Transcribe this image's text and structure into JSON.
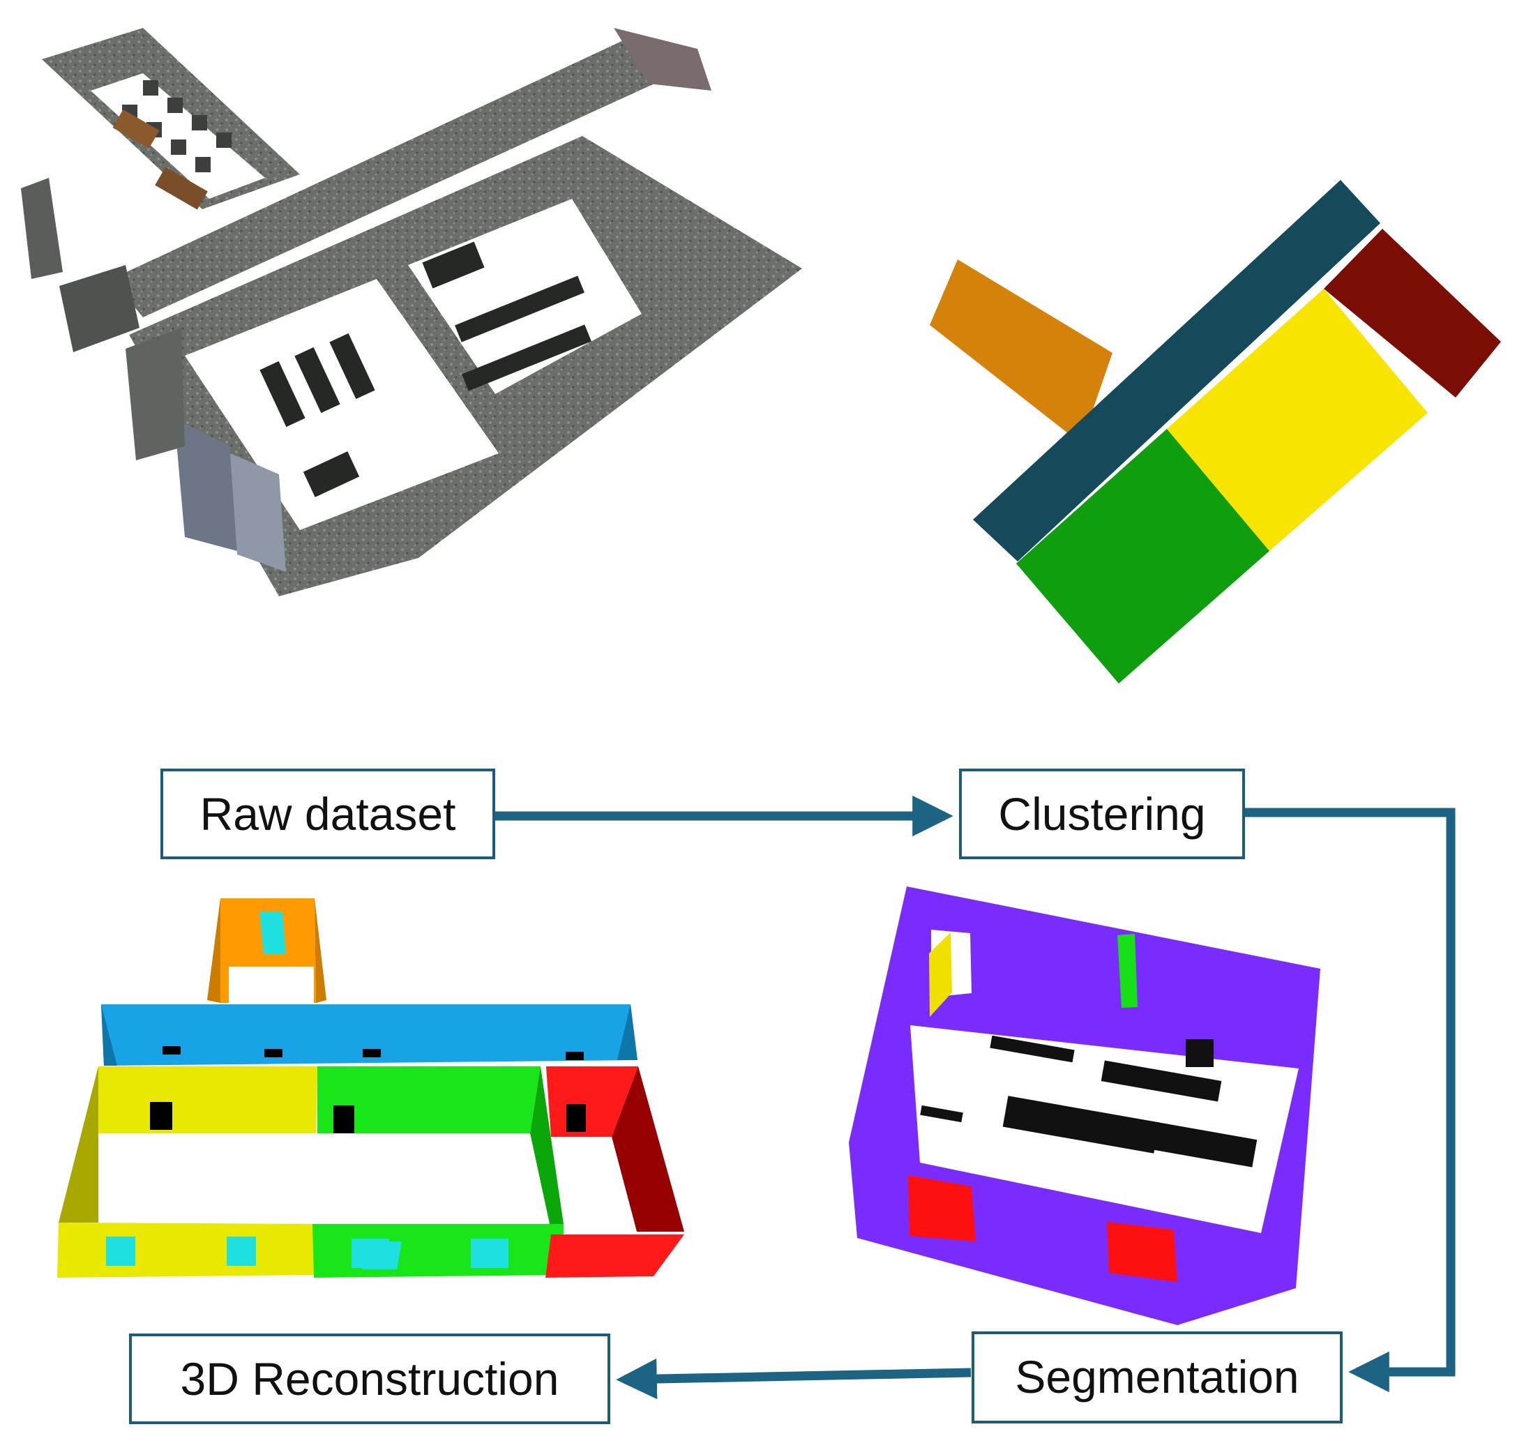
{
  "steps": {
    "raw": "Raw dataset",
    "clustering": "Clustering",
    "segmentation": "Segmentation",
    "reconstruction": "3D Reconstruction"
  },
  "colors": {
    "box_border": "#1d5c78",
    "arrow": "#1d6384",
    "cluster_orange": "#d4820a",
    "cluster_teal": "#144a5a",
    "cluster_darkred": "#7a0d04",
    "cluster_yellow": "#f7e400",
    "cluster_green": "#0e9e0e",
    "segment_purple": "#7a2cff",
    "segment_red": "#ff1010",
    "segment_green": "#18e018",
    "segment_yellow": "#f0e000",
    "recon_orange": "#ff9b00",
    "recon_blue": "#17a3e6",
    "recon_yellow": "#e8e800",
    "recon_green": "#19e619",
    "recon_red": "#ff1a1a",
    "recon_cyan": "#1ee0e0"
  }
}
